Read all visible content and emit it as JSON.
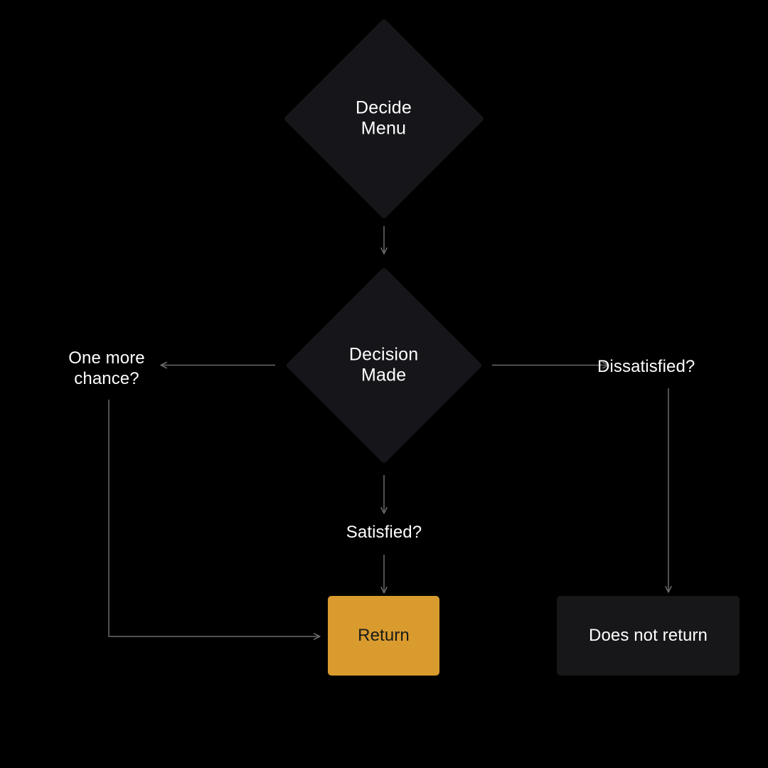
{
  "diagram": {
    "title": "Restaurant decision flowchart",
    "background_color": "#000000",
    "node_fill": "#16161a",
    "accent_color": "#d99b2e",
    "line_color": "#6b6b6b",
    "text_color": "#ffffff"
  },
  "nodes": {
    "decide_menu": {
      "label": "Decide\nMenu",
      "shape": "diamond"
    },
    "decision_made": {
      "label": "Decision\nMade",
      "shape": "diamond"
    },
    "return_box": {
      "label": "Return",
      "shape": "rectangle",
      "fill": "#d99b2e"
    },
    "does_not_return_box": {
      "label": "Does not return",
      "shape": "rectangle",
      "fill": "#17171a"
    }
  },
  "edge_labels": {
    "one_more_chance": "One more\nchance?",
    "dissatisfied": "Dissatisfied?",
    "satisfied": "Satisfied?"
  },
  "edges": [
    {
      "from": "decide_menu",
      "to": "decision_made",
      "label": ""
    },
    {
      "from": "decision_made",
      "to": "one_more_chance",
      "label": "One more chance?"
    },
    {
      "from": "decision_made",
      "to": "dissatisfied",
      "label": "Dissatisfied?"
    },
    {
      "from": "decision_made",
      "to": "satisfied",
      "label": "Satisfied?"
    },
    {
      "from": "satisfied",
      "to": "return_box",
      "label": ""
    },
    {
      "from": "one_more_chance",
      "to": "return_box",
      "label": ""
    },
    {
      "from": "dissatisfied",
      "to": "does_not_return_box",
      "label": ""
    }
  ]
}
